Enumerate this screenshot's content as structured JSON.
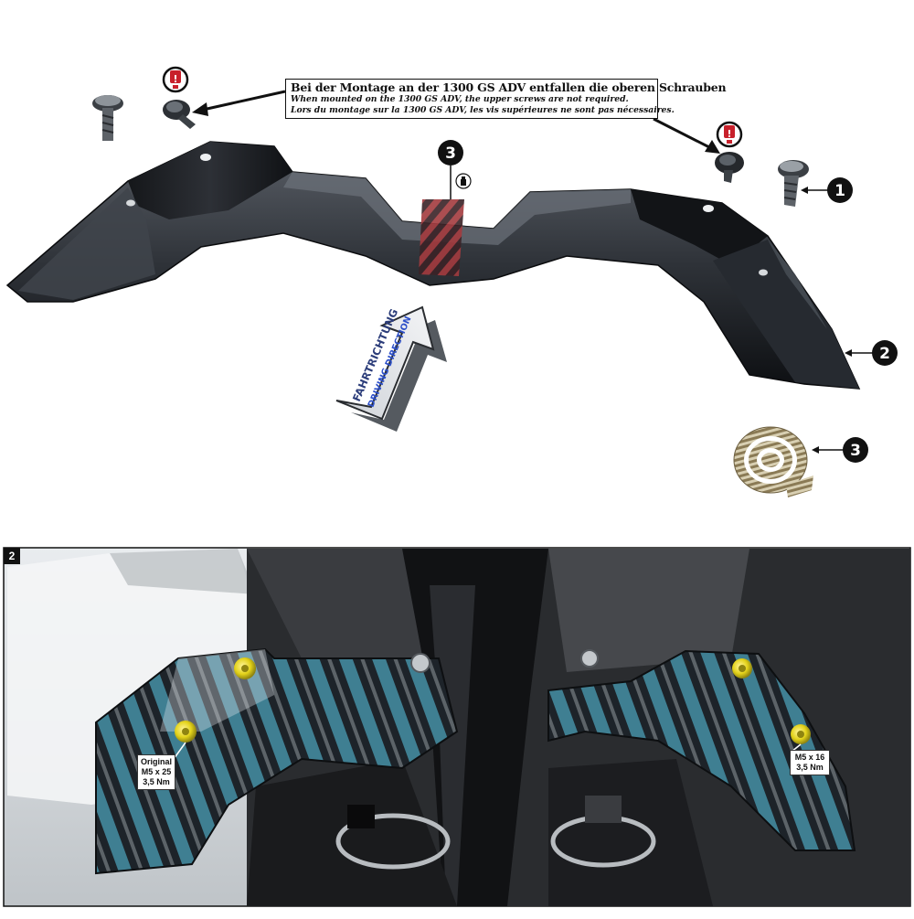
{
  "note": {
    "de": "Bei der Montage an der 1300 GS ADV entfallen die oberen Schrauben",
    "en": "When mounted on the 1300 GS ADV, the upper screws are not required.",
    "fr": "Lors du montage sur la 1300 GS ADV, les vis supérieures ne sont pas nécessaires."
  },
  "callouts": {
    "screw": "1",
    "bracket": "2",
    "tape_top": "3",
    "tape_roll": "3",
    "warning_left": "!",
    "warning_right": "!"
  },
  "direction_arrow": {
    "line1": "FAHRTRICHTUNG",
    "line2": "DRIVING DIRECTION"
  },
  "step2": {
    "badge": "2",
    "left_label": {
      "line1": "Original",
      "line2": "M5 x 25",
      "line3": "3,5 Nm"
    },
    "right_label": {
      "line1": "M5 x 16",
      "line2": "3,5 Nm"
    }
  },
  "colors": {
    "bracket": "#2b2e33",
    "warning": "#c8202b",
    "arrow_blue": "#2c4fc9",
    "stripe_teal": "#3f7f92",
    "screw_yellow": "#e3d21a"
  }
}
